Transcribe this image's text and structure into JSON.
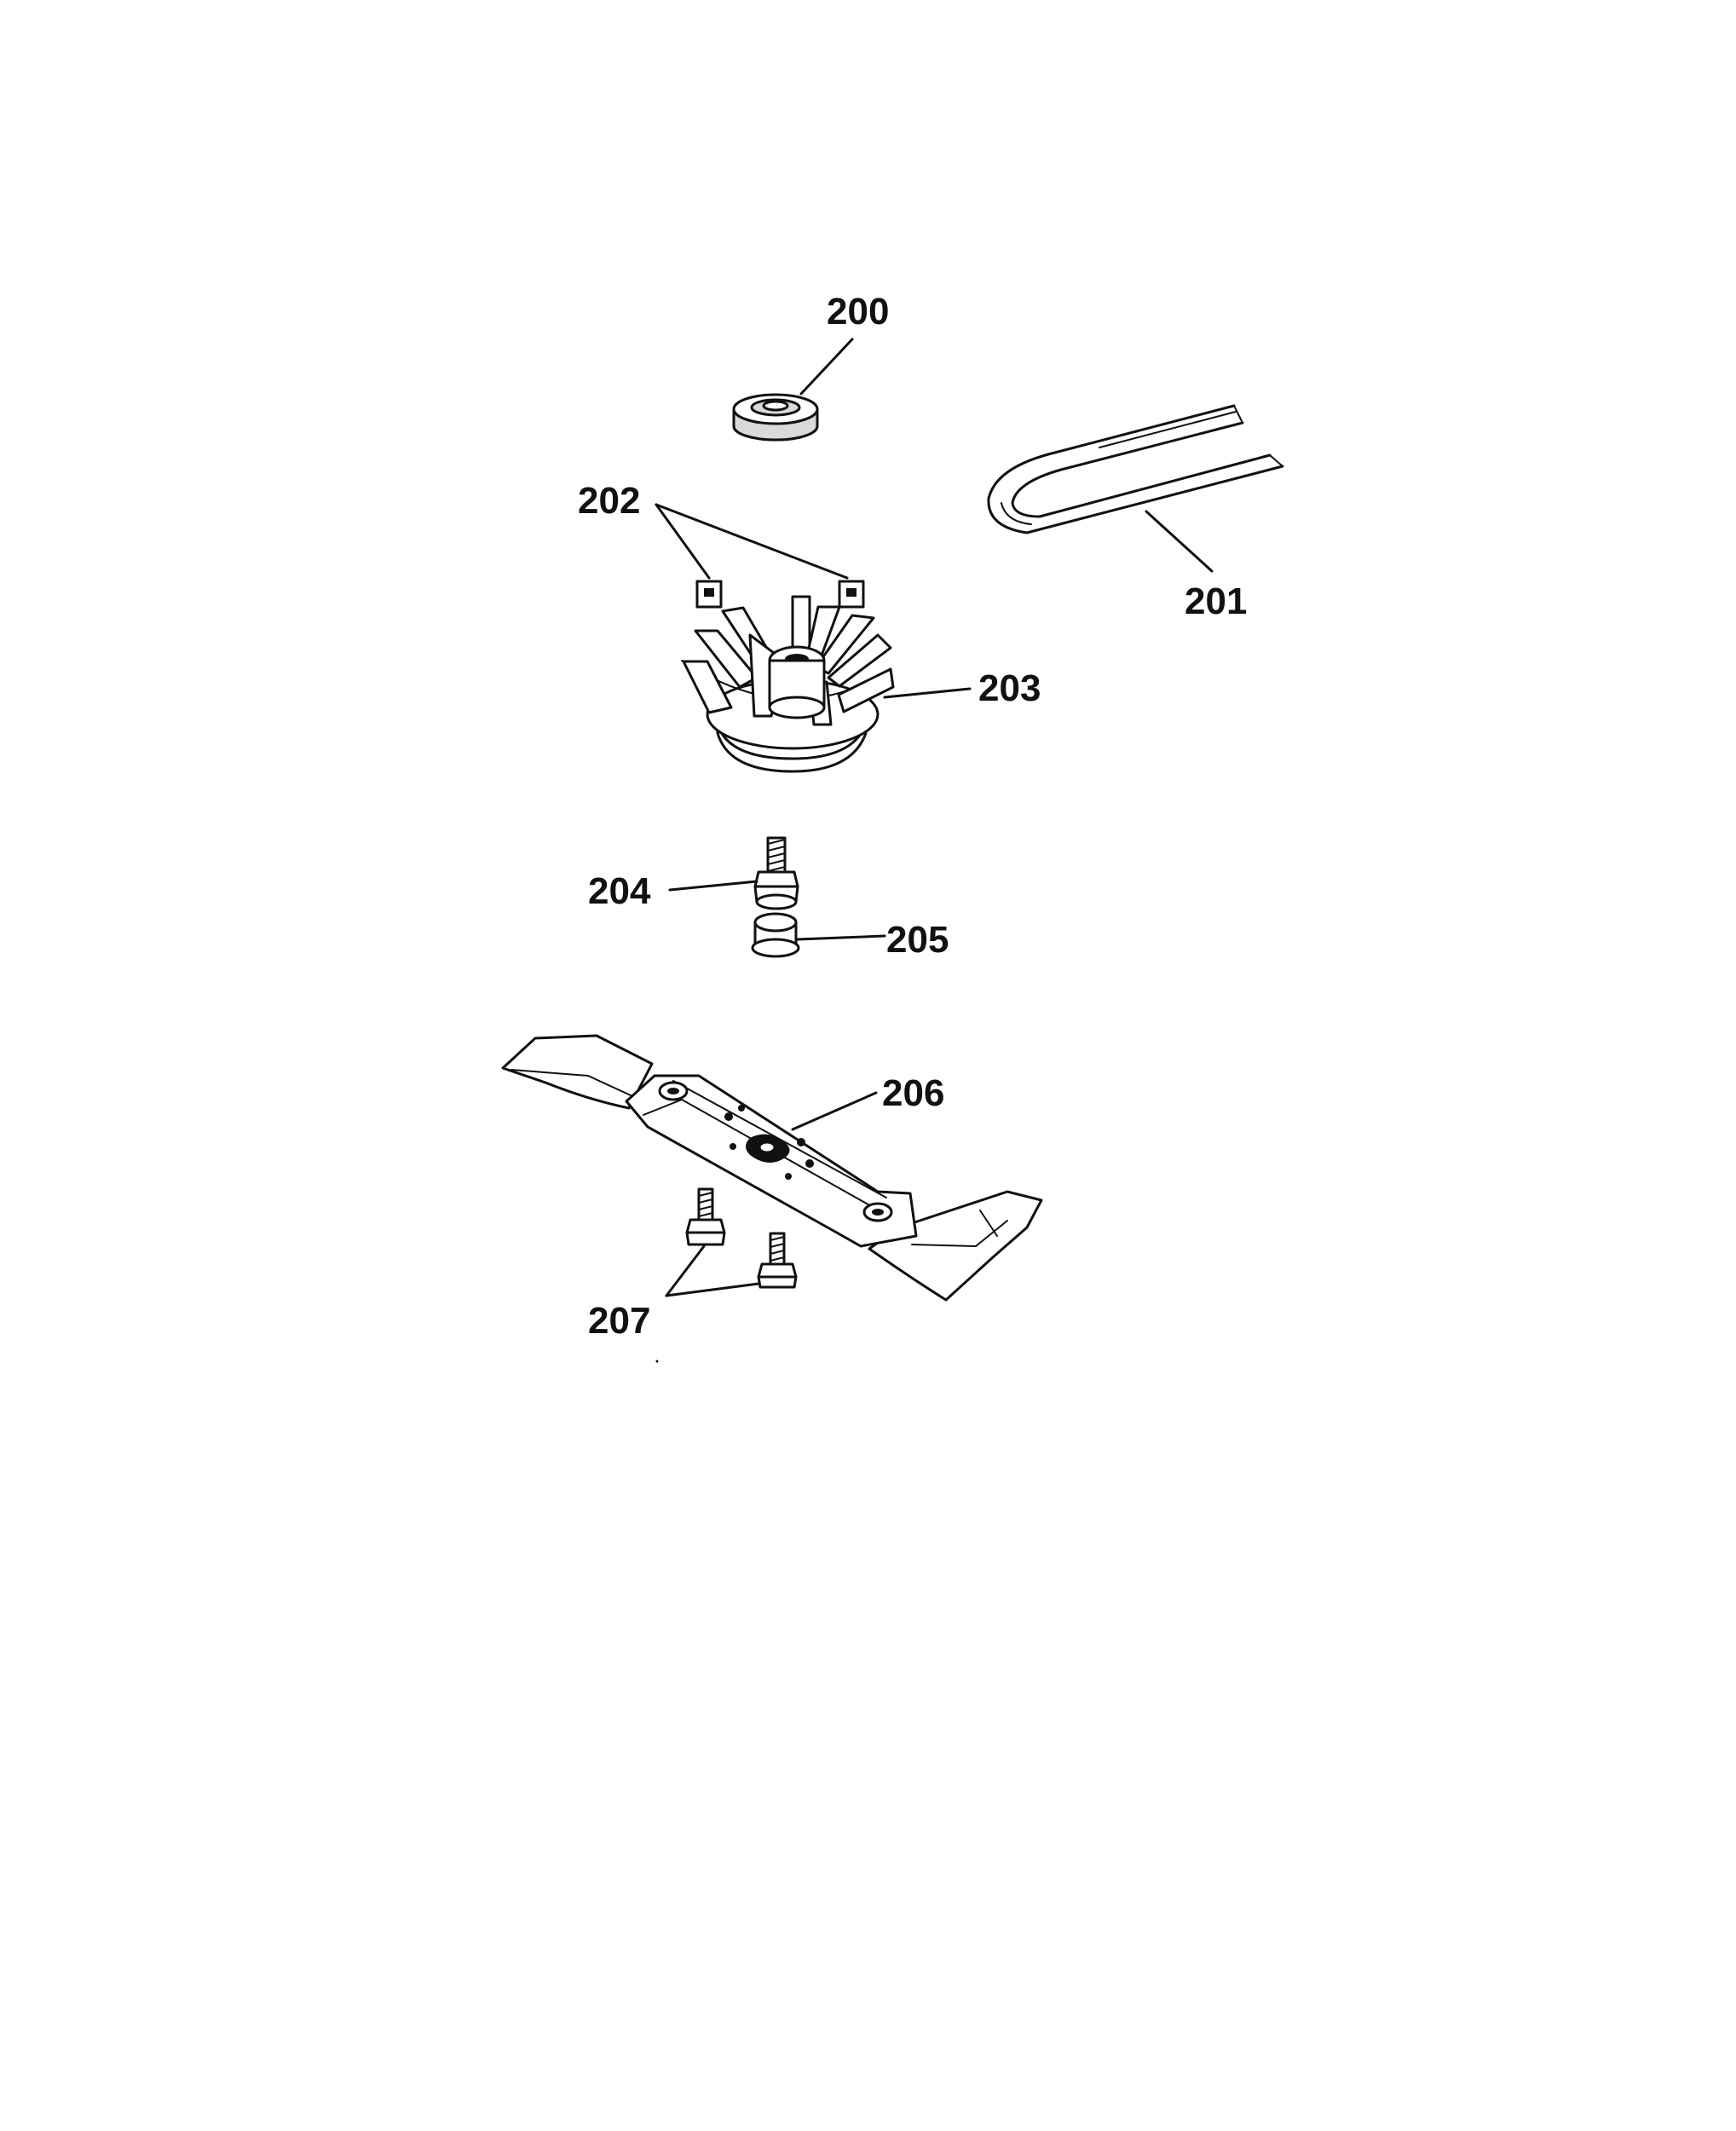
{
  "diagram": {
    "labels": {
      "p200": "200",
      "p201": "201",
      "p202": "202",
      "p203": "203",
      "p204": "204",
      "p205": "205",
      "p206": "206",
      "p207": "207"
    },
    "colors": {
      "ink": "#111111",
      "background": "#ffffff"
    }
  }
}
